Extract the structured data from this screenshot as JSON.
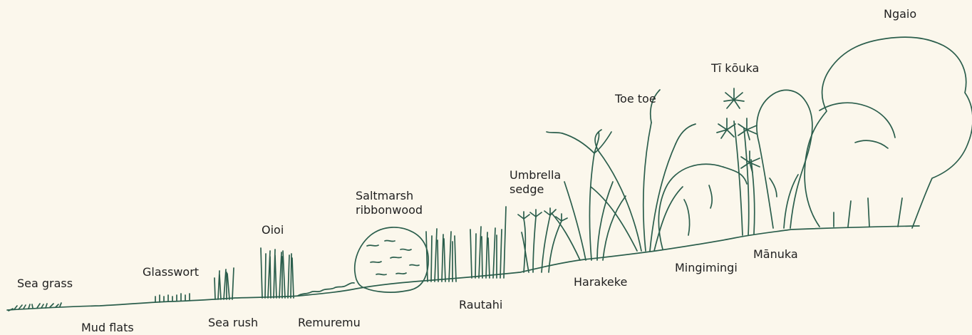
{
  "labels": {
    "sea_grass": "Sea grass",
    "mud_flats": "Mud flats",
    "glasswort": "Glasswort",
    "sea_rush": "Sea rush",
    "oioi": "Oioi",
    "remuremu": "Remuremu",
    "saltmarsh_ribbonwood": "Saltmarsh\nribbonwood",
    "rautahi": "Rautahi",
    "umbrella_sedge": "Umbrella\nsedge",
    "harakeke": "Harakeke",
    "toe_toe": "Toe toe",
    "mingimingi": "Mingimingi",
    "ti_kouka": "Tī kōuka",
    "manuka": "Mānuka",
    "ngaio": "Ngaio"
  },
  "colors": {
    "background": "#fbf7ec",
    "line": "#2b5e4c",
    "text": "#1f1f1f"
  }
}
